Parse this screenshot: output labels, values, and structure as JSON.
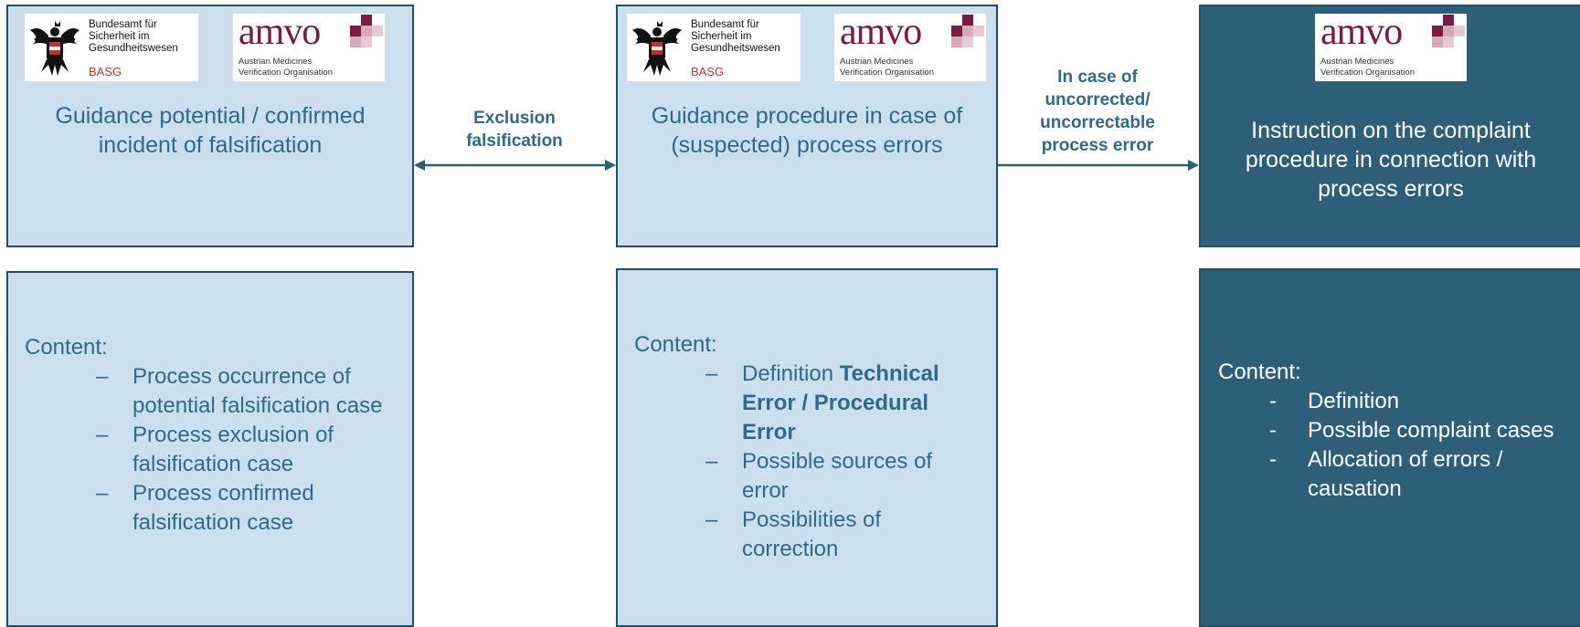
{
  "logos": {
    "basg": {
      "line1": "Bundesamt für",
      "line2": "Sicherheit im",
      "line3": "Gesundheitswesen",
      "abbr": "BASG"
    },
    "amvo": {
      "word": "amvo",
      "sub1": "Austrian Medicines",
      "sub2": "Verification Organisation"
    }
  },
  "boxes": {
    "left_top": {
      "title": "Guidance potential / confirmed incident of falsification"
    },
    "middle_top": {
      "title": "Guidance procedure in case of (suspected) process errors"
    },
    "right_top": {
      "title": "Instruction on the complaint procedure in connection with process errors"
    },
    "left_bottom": {
      "heading": "Content:",
      "items": [
        "Process occurrence of potential falsification case",
        "Process exclusion of falsification case",
        "Process confirmed falsification case"
      ]
    },
    "middle_bottom": {
      "heading": "Content:",
      "item1_plain": "Definition ",
      "item1_bold": "Technical Error / Procedural Error",
      "items": [
        "Possible sources of error",
        "Possibilities of correction"
      ]
    },
    "right_bottom": {
      "heading": "Content:",
      "items": [
        "Definition",
        "Possible complaint cases",
        "Allocation of errors / causation"
      ]
    }
  },
  "connectors": {
    "left_middle": "Exclusion falsification",
    "middle_right": "In case of uncorrected/ uncorrectable process error"
  },
  "colors": {
    "light_fill": "#ccdfec",
    "dark_fill": "#2e5f79",
    "text_blue": "#2e6a89",
    "arrow": "#2e5f79"
  }
}
